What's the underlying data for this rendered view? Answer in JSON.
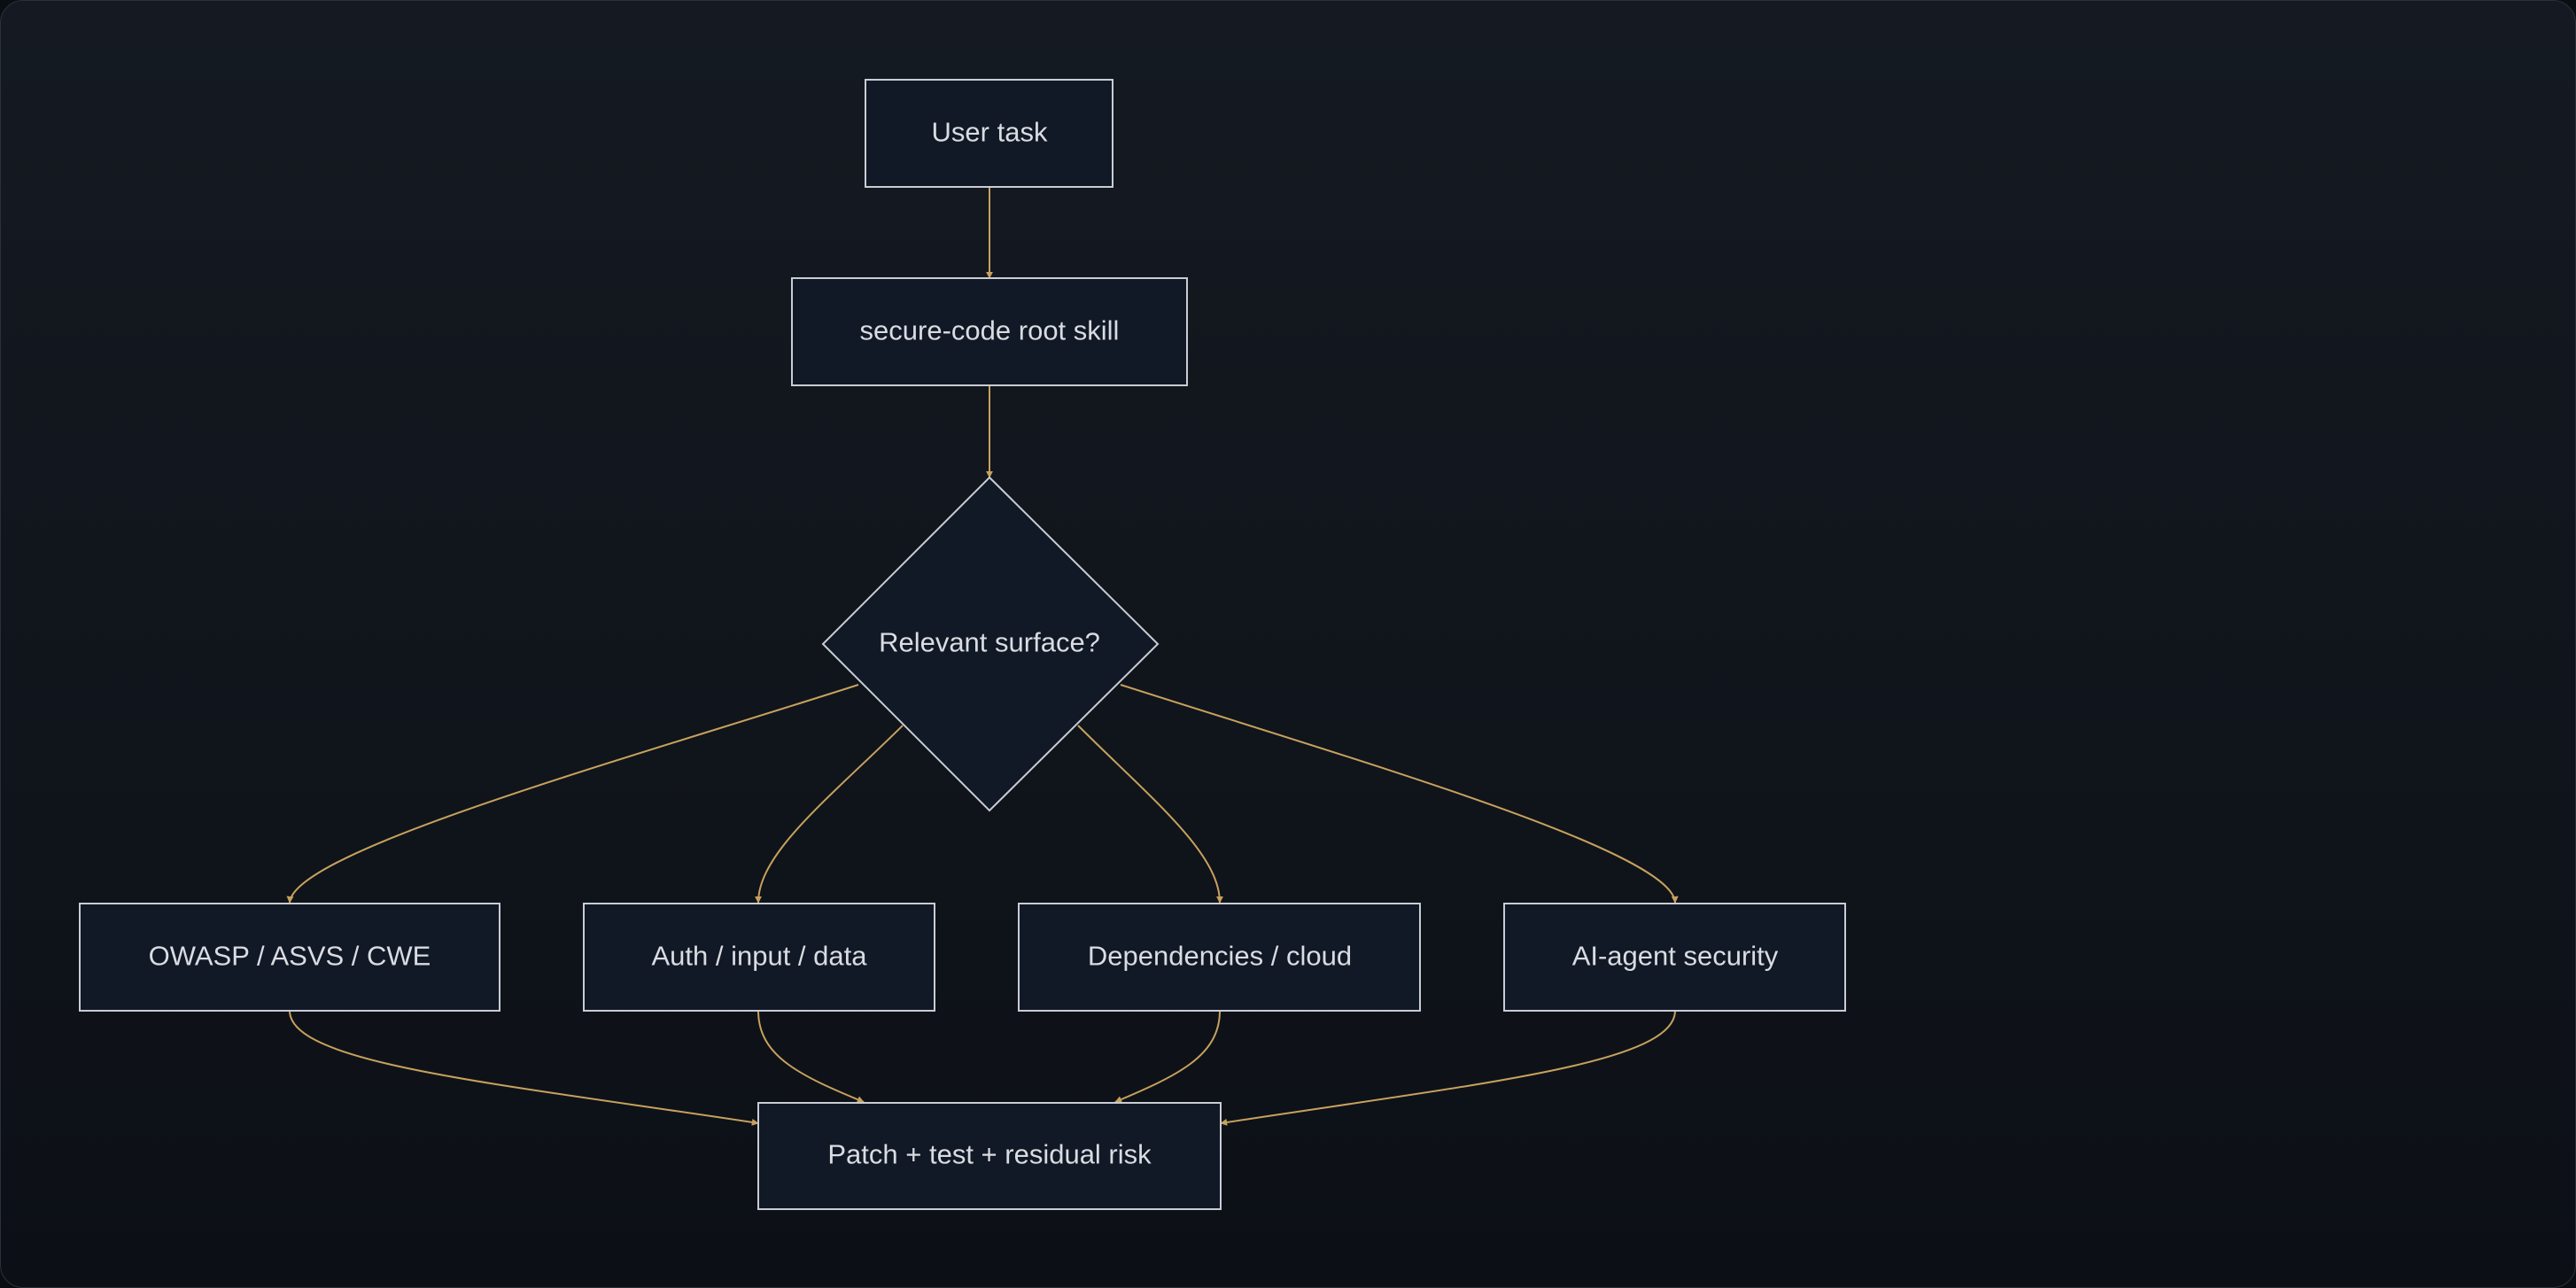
{
  "diagram": {
    "nodes": {
      "user_task": "User task",
      "root_skill": "secure-code root skill",
      "decision": "Relevant surface?",
      "owasp": "OWASP / ASVS / CWE",
      "auth": "Auth / input / data",
      "deps": "Dependencies / cloud",
      "ai_agent": "AI-agent security",
      "patch": "Patch + test + residual risk"
    },
    "colors": {
      "background": "#12171f",
      "node_fill": "#111826",
      "node_stroke": "#c9cdd3",
      "edge": "#c7a15e",
      "text": "#d9dce1"
    }
  }
}
